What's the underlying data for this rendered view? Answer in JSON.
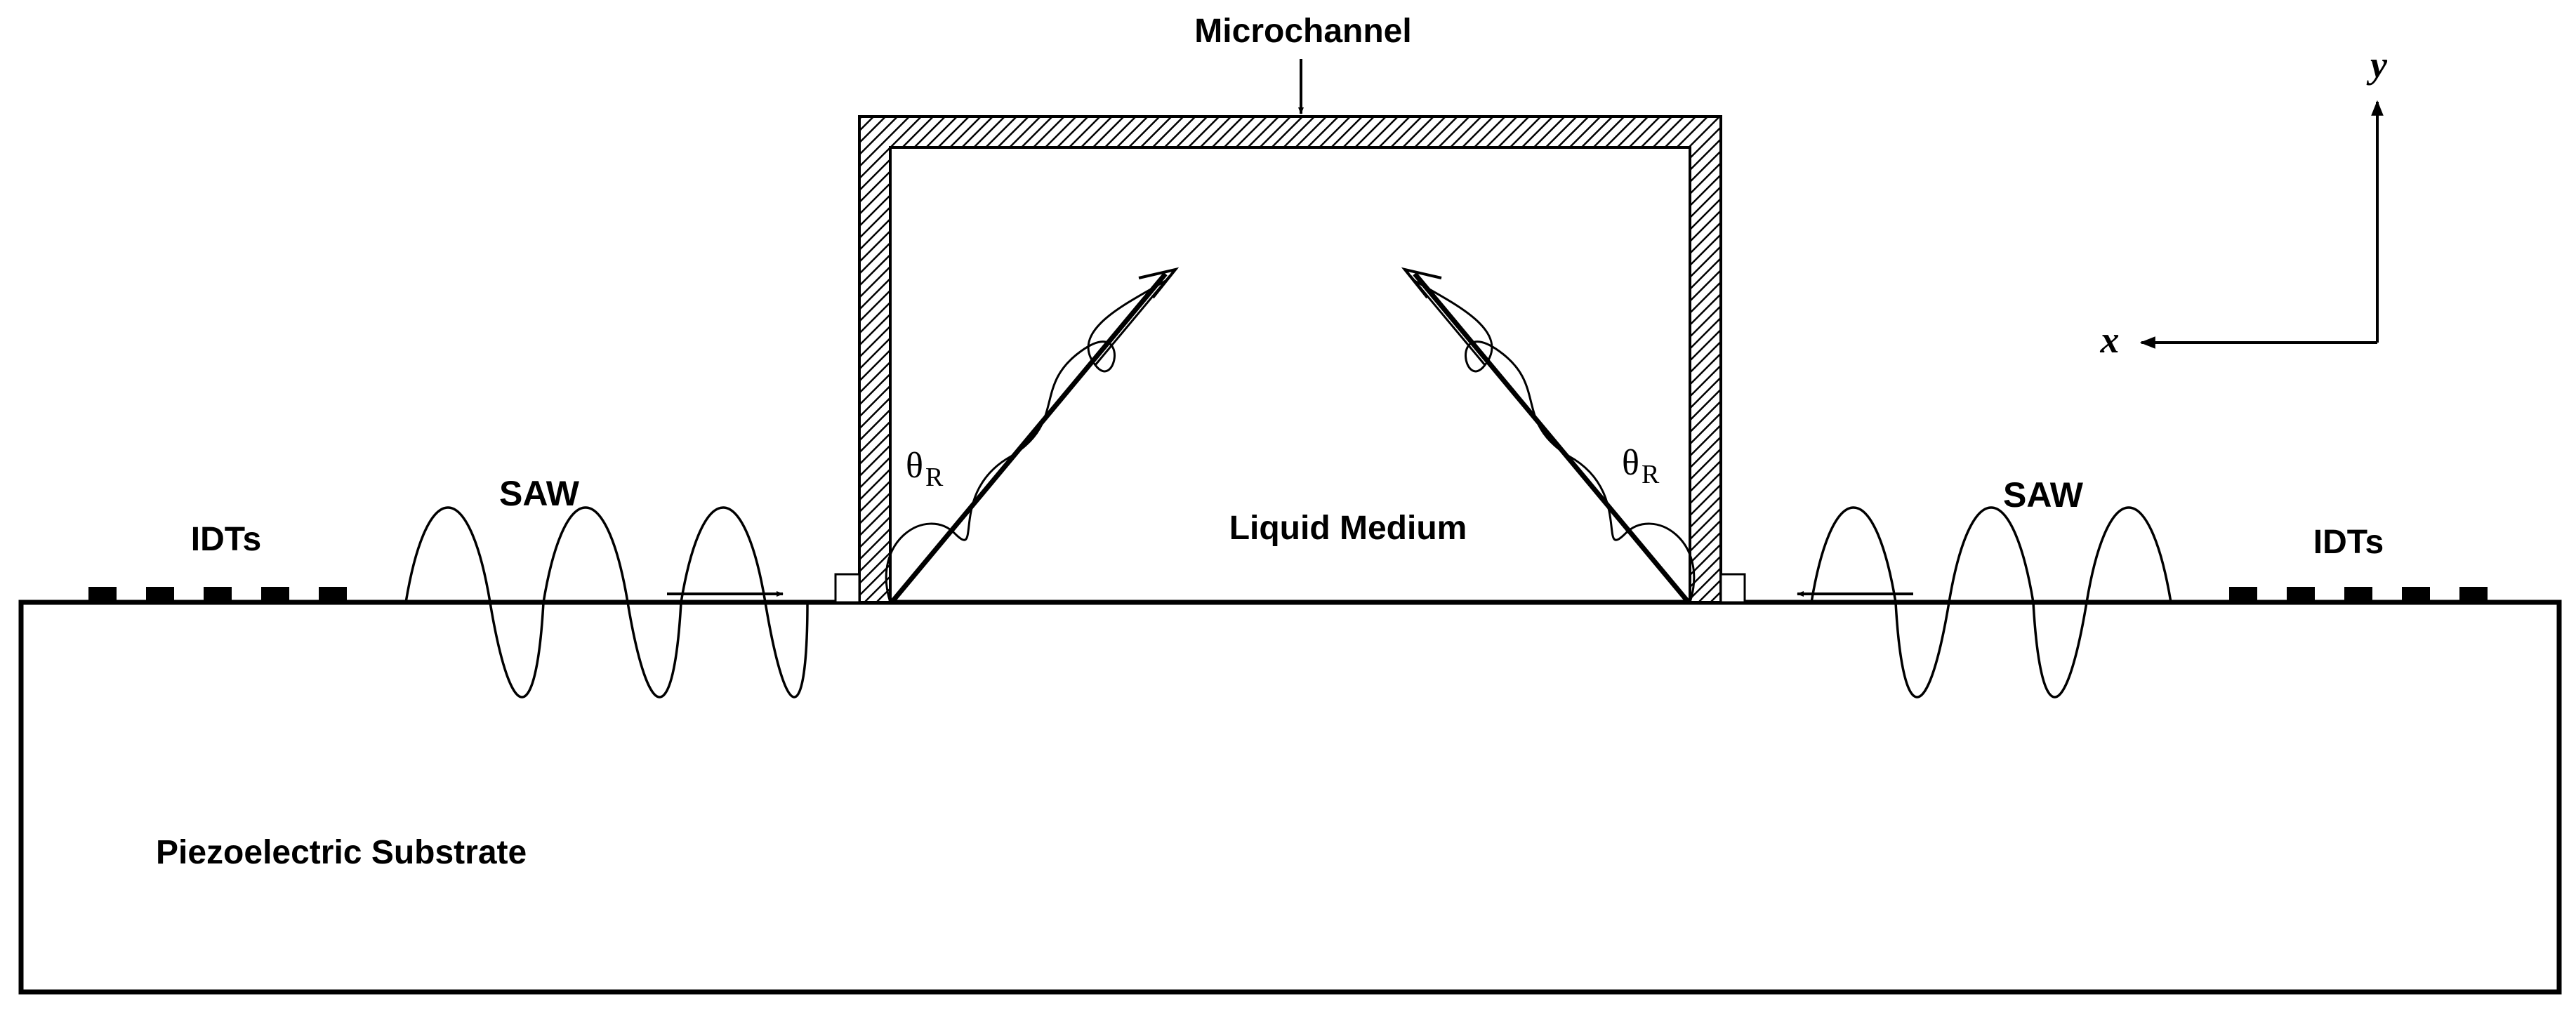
{
  "labels": {
    "microchannel": "Microchannel",
    "liquid_medium": "Liquid Medium",
    "substrate": "Piezoelectric Substrate",
    "saw_left": "SAW",
    "saw_right": "SAW",
    "idts_left": "IDTs",
    "idts_right": "IDTs",
    "theta_left": "θ",
    "theta_left_sub": "R",
    "theta_right": "θ",
    "theta_right_sub": "R",
    "axis_y": "y",
    "axis_x": "x"
  },
  "colors": {
    "stroke": "#000000",
    "background": "#ffffff"
  }
}
